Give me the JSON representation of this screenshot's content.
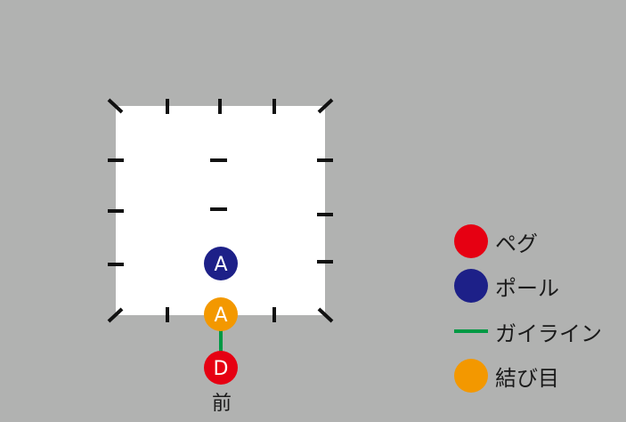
{
  "diagram": {
    "front_label": "前",
    "markers": [
      {
        "id": "pole-top",
        "type": "pole",
        "text": "A"
      },
      {
        "id": "knot",
        "type": "knot",
        "text": "A"
      },
      {
        "id": "peg-front",
        "type": "peg",
        "text": "D"
      }
    ]
  },
  "legend": {
    "items": [
      {
        "key": "peg",
        "label": "ペグ",
        "color": "#e60012"
      },
      {
        "key": "pole",
        "label": "ポール",
        "color": "#1d2088"
      },
      {
        "key": "guyline",
        "label": "ガイライン",
        "color": "#009944"
      },
      {
        "key": "knot",
        "label": "結び目",
        "color": "#f39800"
      }
    ]
  },
  "colors": {
    "background": "#b1b2b1",
    "tent": "#ffffff",
    "stake_mark": "#111111"
  }
}
